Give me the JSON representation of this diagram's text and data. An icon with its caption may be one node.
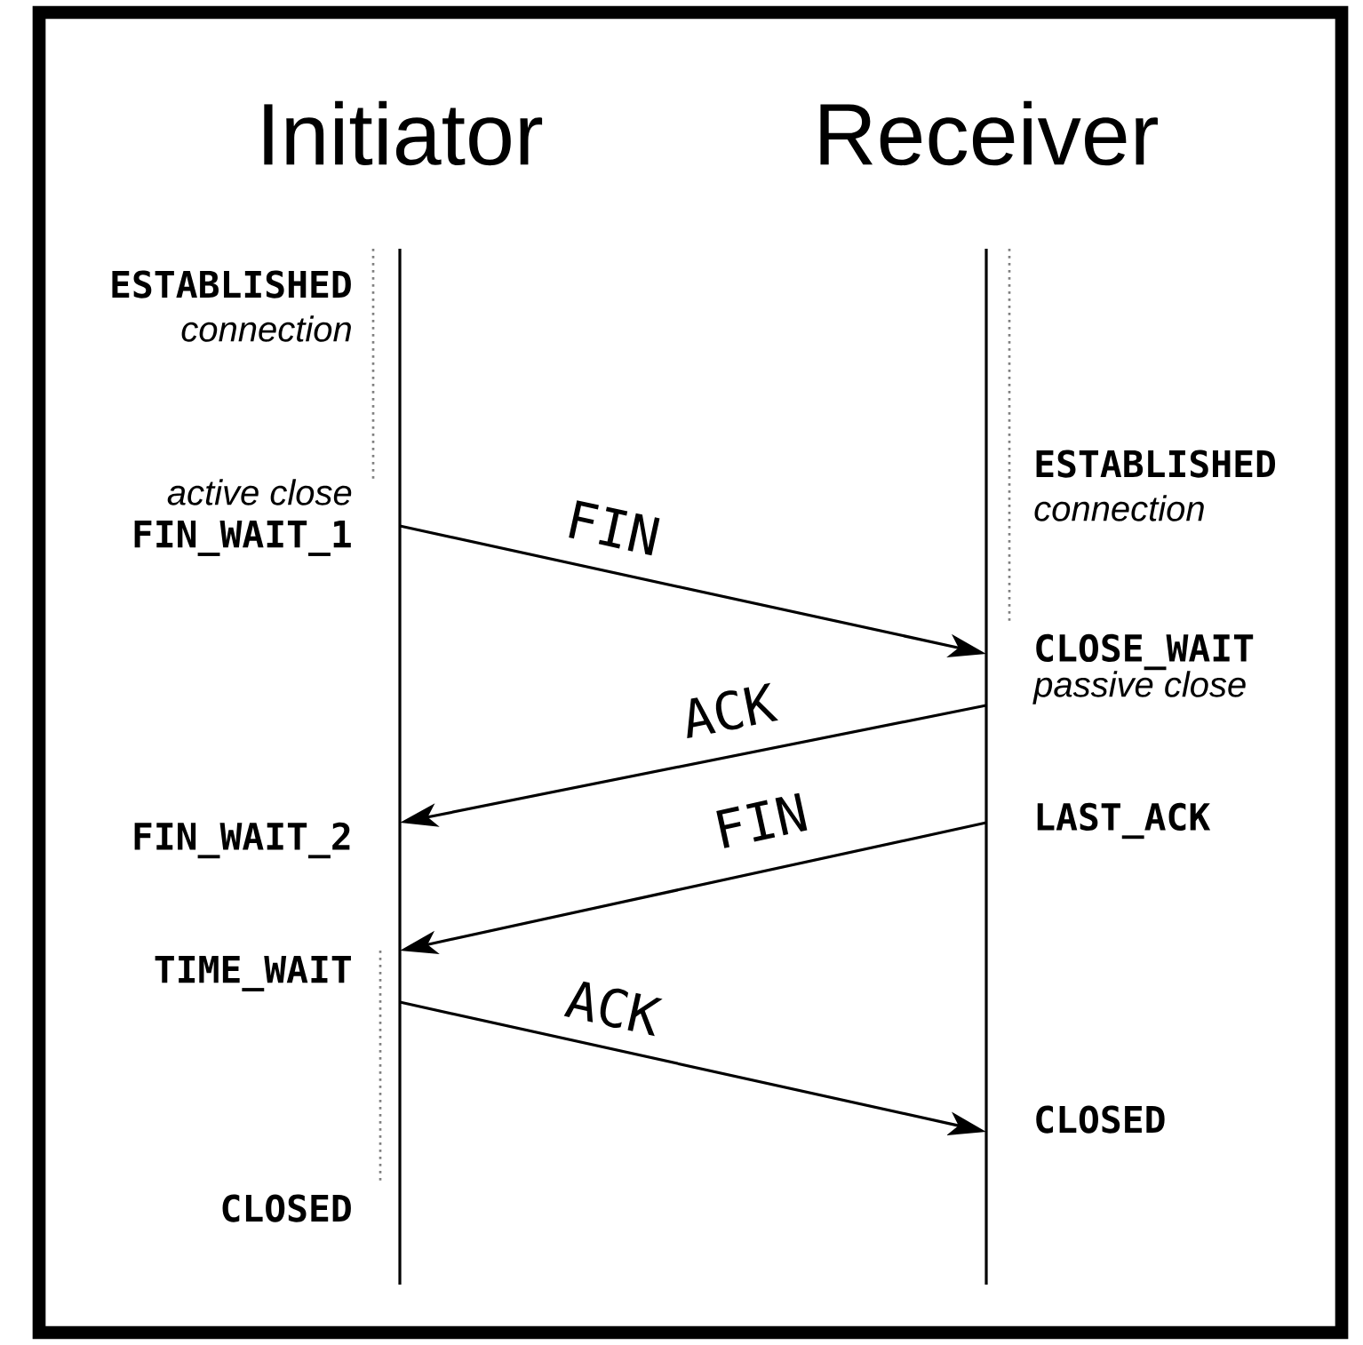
{
  "diagram": {
    "nodes": [
      {
        "text": [
          "Initiator"
        ]
      },
      {
        "text": [
          "Receiver"
        ]
      }
    ],
    "edges": [
      {
        "from": 0,
        "to": 1,
        "arrow": "to",
        "label": "FIN"
      },
      {
        "from": 1,
        "to": 0,
        "arrow": "to",
        "label": "ACK"
      },
      {
        "from": 1,
        "to": 0,
        "arrow": "to",
        "label": "FIN"
      },
      {
        "from": 0,
        "to": 1,
        "arrow": "to",
        "label": "ACK"
      }
    ],
    "labels": [
      "ESTABLISHED",
      "connection",
      "ESTABLISHED",
      "active close",
      "connection",
      "FIN_WAIT_1",
      "CLOSE_WAIT",
      "passive close",
      "LAST_ACK",
      "FIN_WAIT_2",
      "TIME_WAIT",
      "CLOSED",
      "CLOSED"
    ]
  }
}
